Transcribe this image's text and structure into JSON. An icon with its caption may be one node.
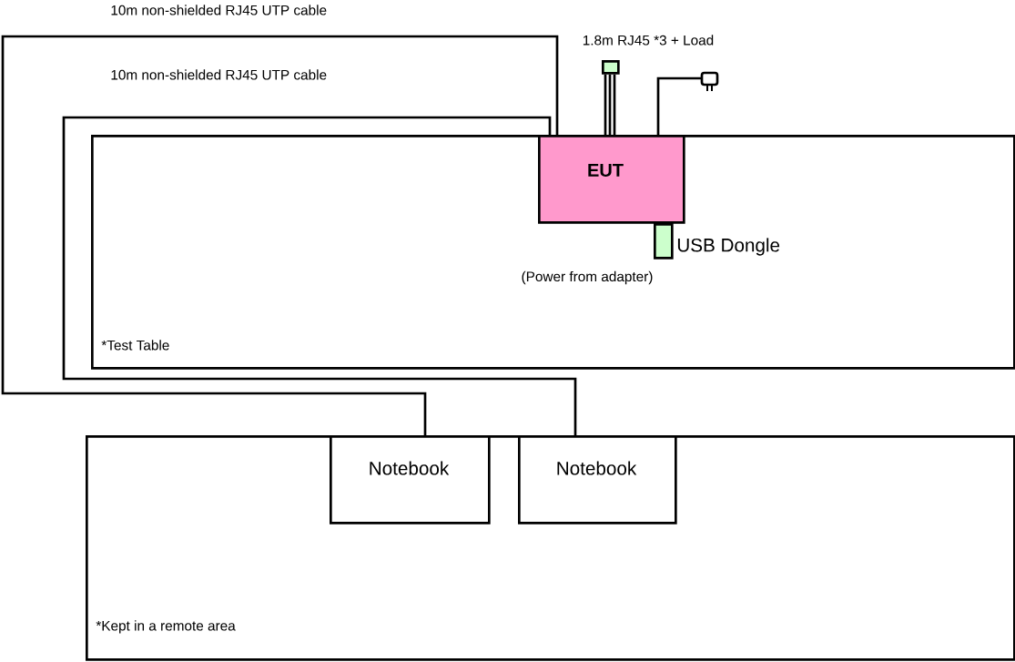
{
  "diagram": {
    "nodes": [
      {
        "text": [
          "*Test Table"
        ]
      },
      {
        "text": [
          "EUT"
        ],
        "in": 0
      },
      {
        "text": [],
        "shape": "box"
      },
      {
        "text": [],
        "shape": "plug"
      },
      {
        "text": [],
        "shape": "box",
        "in": 0,
        "beside": [
          "USB Dongle"
        ]
      },
      {
        "text": [
          "*Kept in a remote area"
        ]
      },
      {
        "text": [
          "Notebook"
        ],
        "in": 5
      },
      {
        "text": [
          "Notebook"
        ],
        "in": 5
      }
    ],
    "edges": [
      {
        "from": 1,
        "to": 2,
        "arrow": "none"
      },
      {
        "from": 1,
        "to": 3,
        "arrow": "none"
      },
      {
        "from": 1,
        "to": 6,
        "arrow": "none",
        "label": "10m non-shielded RJ45 UTP cable"
      },
      {
        "from": 1,
        "to": 7,
        "arrow": "none",
        "label": "10m non-shielded RJ45 UTP cable"
      }
    ],
    "labels": [
      "1.8m RJ45 *3 + Load",
      "(Power from adapter)"
    ]
  }
}
